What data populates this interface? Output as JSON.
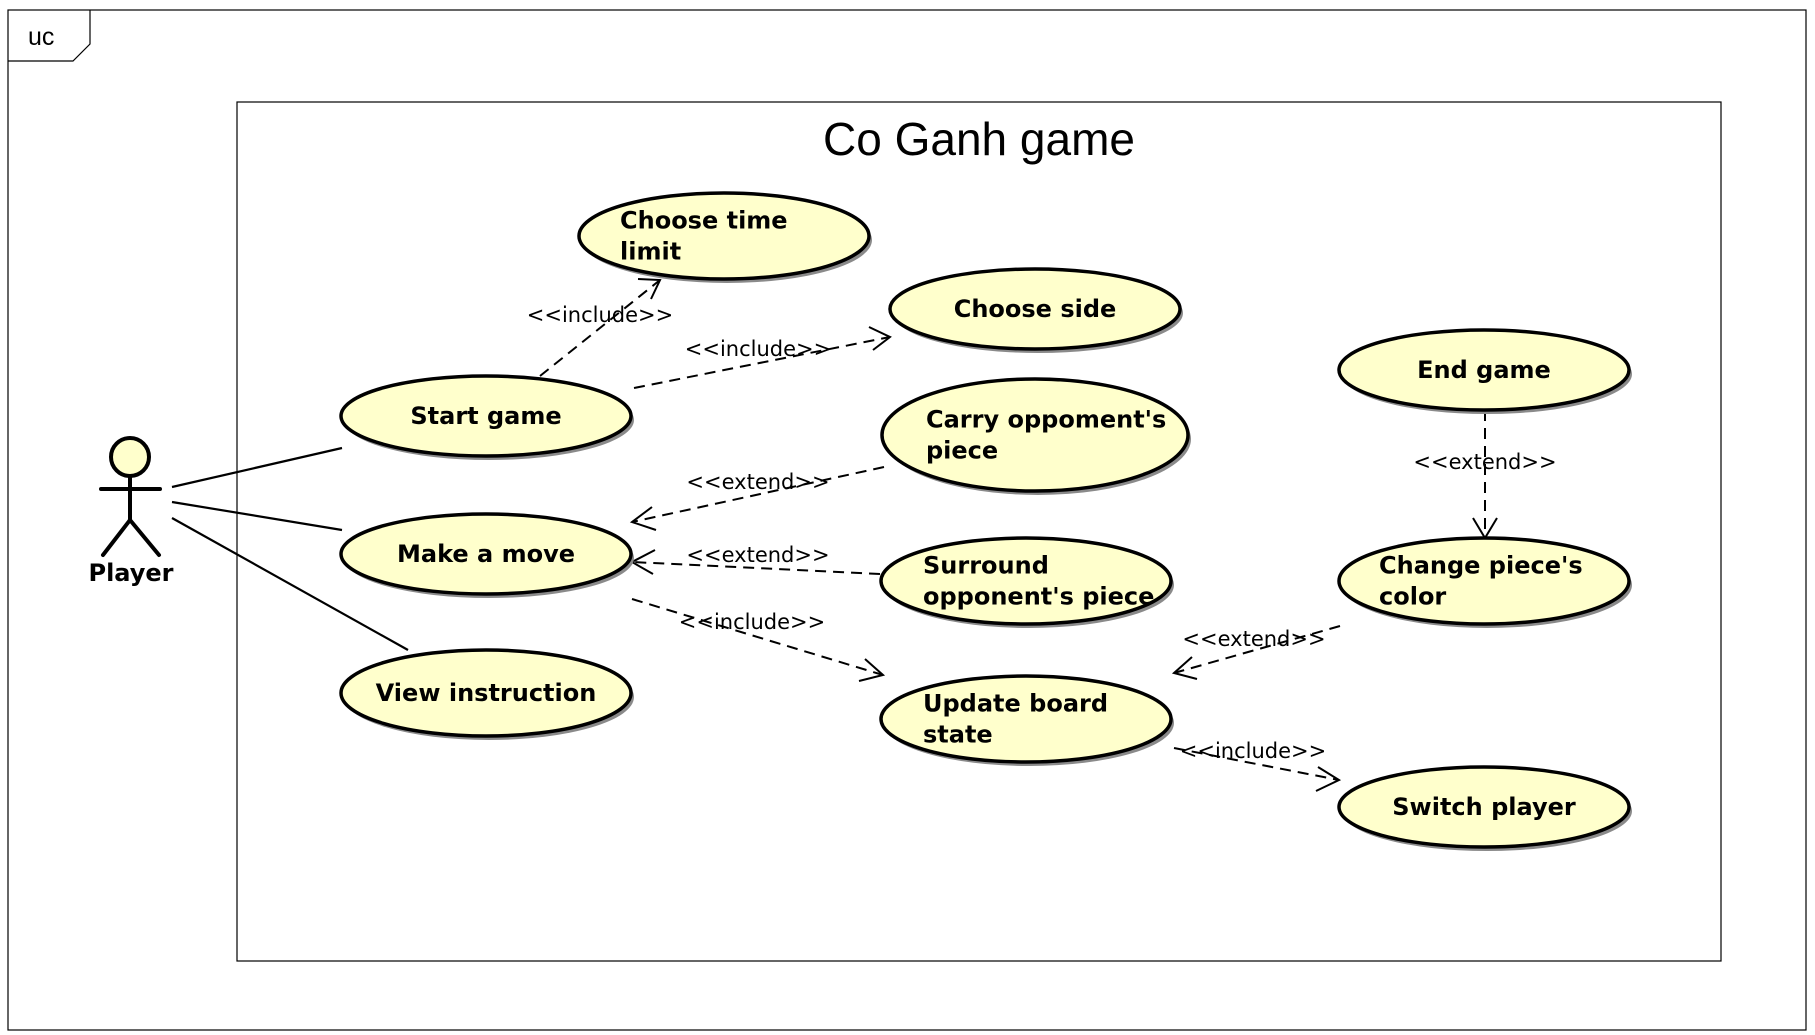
{
  "frame": {
    "tab_label": "uc"
  },
  "system": {
    "title": "Co Ganh game"
  },
  "actor": {
    "name": "Player"
  },
  "use_cases": {
    "choose_time_limit": [
      "Choose time",
      "limit"
    ],
    "choose_side": [
      "Choose side"
    ],
    "start_game": [
      "Start game"
    ],
    "carry_opponent_piece": [
      "Carry oppoment's",
      "piece"
    ],
    "end_game": [
      "End game"
    ],
    "make_a_move": [
      "Make a move"
    ],
    "surround_opponent_piece": [
      "Surround",
      "opponent's piece"
    ],
    "change_piece_color": [
      "Change piece's",
      "color"
    ],
    "view_instruction": [
      "View instruction"
    ],
    "update_board_state": [
      "Update board",
      "state"
    ],
    "switch_player": [
      "Switch player"
    ]
  },
  "relations": {
    "start_to_time_limit": "<<include>>",
    "start_to_side": "<<include>>",
    "carry_to_move": "<<extend>>",
    "surround_to_move": "<<extend>>",
    "move_to_update": "<<include>>",
    "end_to_change_color": "<<extend>>",
    "change_color_to_update": "<<extend>>",
    "update_to_switch": "<<include>>"
  }
}
